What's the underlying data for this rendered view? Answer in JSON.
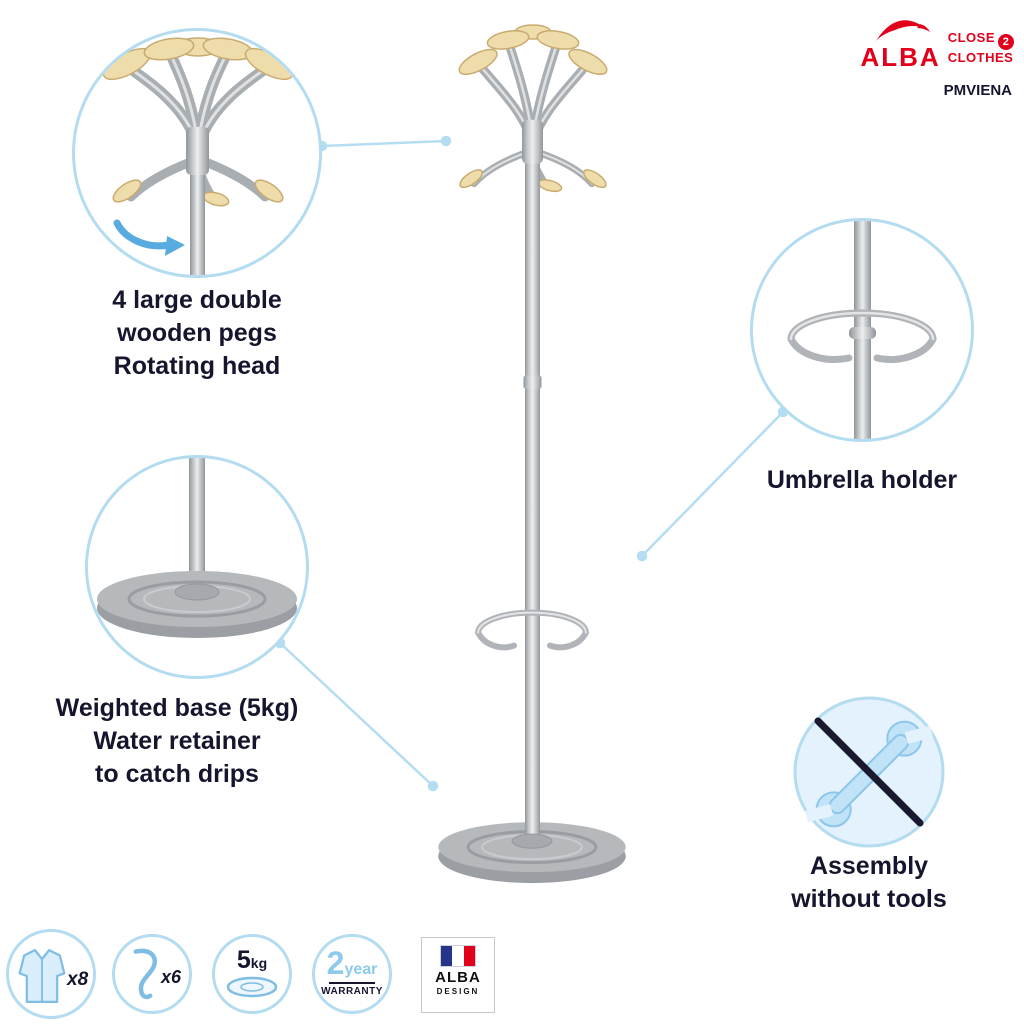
{
  "brand": {
    "name": "ALBA",
    "tagline_line1": "CLOSE",
    "tagline_badge": "2",
    "tagline_line2": "CLOTHES",
    "model": "PMVIENA"
  },
  "callouts": {
    "pegs": {
      "lines": [
        "4 large double",
        "wooden pegs",
        "Rotating head"
      ]
    },
    "base": {
      "lines": [
        "Weighted base (5kg)",
        "Water retainer",
        "to catch drips"
      ]
    },
    "umbrella": {
      "lines": [
        "Umbrella holder"
      ]
    },
    "assembly": {
      "lines": [
        "Assembly",
        "without tools"
      ]
    }
  },
  "features": {
    "coat_capacity": "x8",
    "hook_capacity": "x6",
    "base_weight_value": "5",
    "base_weight_unit": "kg",
    "warranty_number": "2",
    "warranty_word": "year",
    "warranty_label": "WARRANTY",
    "design_brand": "ALBA",
    "design_label": "DESIGN"
  },
  "colors": {
    "accent_blue": "#b3dcf0",
    "icon_blue": "#7fbde4",
    "brand_red": "#e2001a",
    "text_navy": "#15152e",
    "wood": "#eedcab",
    "metal": "#b6b9bc"
  }
}
